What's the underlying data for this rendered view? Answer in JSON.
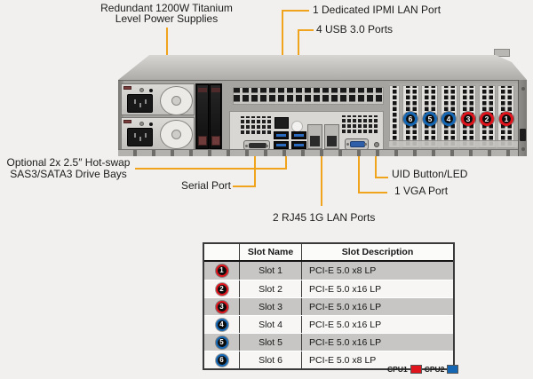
{
  "colors": {
    "callout": "#F0A41E",
    "cpu1": "#DF141C",
    "cpu2": "#1567B4"
  },
  "callouts": {
    "psu": {
      "line1": "Redundant 1200W Titanium",
      "line2": "Level Power Supplies"
    },
    "ipmi": "1 Dedicated IPMI LAN Port",
    "usb": "4 USB 3.0 Ports",
    "drive_bays": {
      "line1": "Optional 2x 2.5″ Hot-swap",
      "line2": "SAS3/SATA3 Drive Bays"
    },
    "serial": "Serial Port",
    "uid": "UID Button/LED",
    "vga": "1 VGA Port",
    "lan": "2 RJ45 1G LAN Ports"
  },
  "chassis": {
    "slot_badges": [
      {
        "number": "6",
        "cpu": "cpu2"
      },
      {
        "number": "5",
        "cpu": "cpu2"
      },
      {
        "number": "4",
        "cpu": "cpu2"
      },
      {
        "number": "3",
        "cpu": "cpu1"
      },
      {
        "number": "2",
        "cpu": "cpu1"
      },
      {
        "number": "1",
        "cpu": "cpu1"
      }
    ]
  },
  "slot_table": {
    "header": {
      "name": "Slot Name",
      "description": "Slot Description"
    },
    "rows": [
      {
        "badge": "1",
        "cpu": "cpu1",
        "name": "Slot 1",
        "description": "PCI-E 5.0 x8 LP"
      },
      {
        "badge": "2",
        "cpu": "cpu1",
        "name": "Slot 2",
        "description": "PCI-E 5.0 x16 LP"
      },
      {
        "badge": "3",
        "cpu": "cpu1",
        "name": "Slot 3",
        "description": "PCI-E 5.0 x16 LP"
      },
      {
        "badge": "4",
        "cpu": "cpu2",
        "name": "Slot 4",
        "description": "PCI-E 5.0 x16 LP"
      },
      {
        "badge": "5",
        "cpu": "cpu2",
        "name": "Slot 5",
        "description": "PCI-E 5.0 x16 LP"
      },
      {
        "badge": "6",
        "cpu": "cpu2",
        "name": "Slot 6",
        "description": "PCI-E 5.0 x8 LP"
      }
    ]
  },
  "legend": {
    "cpu1": "CPU1",
    "cpu2": "CPU2"
  }
}
